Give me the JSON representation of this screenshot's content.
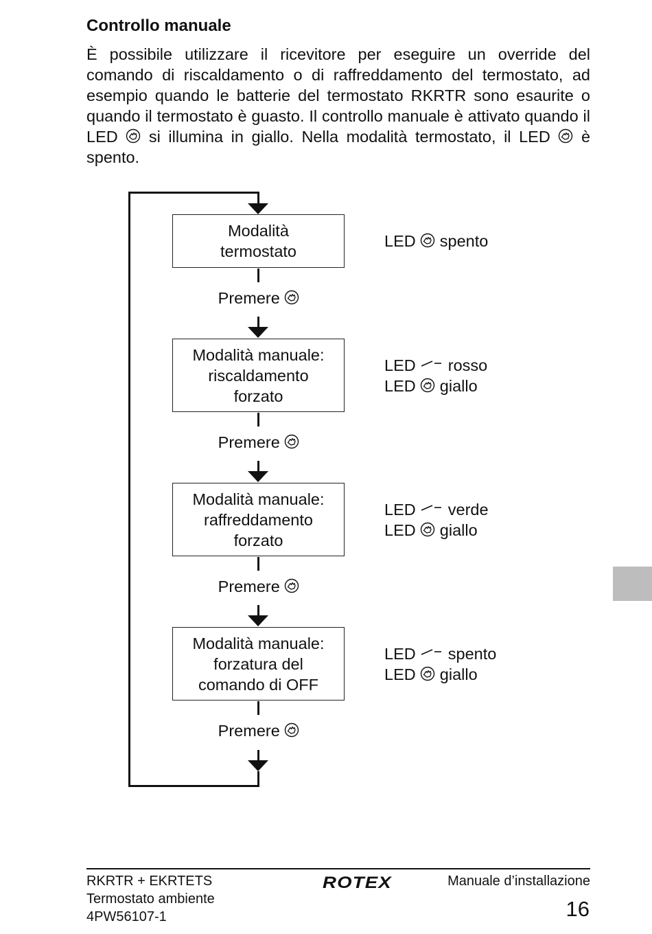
{
  "section": {
    "title": "Controllo manuale",
    "intro": {
      "part1": "È possibile utilizzare il ricevitore per eseguire un override del comando di riscaldamento o di raffreddamento del termostato, ad esempio quando le batterie del termostato RKRTR sono esaurite o quando il termostato è guasto. Il controllo manuale è attivato quando il LED",
      "part2": "si illumina in giallo. Nella modalità termostato, il LED",
      "part3": "è spento."
    }
  },
  "flow": {
    "press_label": "Premere",
    "modes": [
      {
        "lines": [
          "Modalità",
          "termostato"
        ],
        "leds": [
          {
            "prefix": "LED",
            "icon": "hand-icon",
            "state": "spento"
          }
        ]
      },
      {
        "lines": [
          "Modalità manuale:",
          "riscaldamento",
          "forzato"
        ],
        "leds": [
          {
            "prefix": "LED",
            "icon": "switch-icon",
            "state": "rosso"
          },
          {
            "prefix": "LED",
            "icon": "hand-icon",
            "state": "giallo"
          }
        ]
      },
      {
        "lines": [
          "Modalità manuale:",
          "raffreddamento",
          "forzato"
        ],
        "leds": [
          {
            "prefix": "LED",
            "icon": "switch-icon",
            "state": "verde"
          },
          {
            "prefix": "LED",
            "icon": "hand-icon",
            "state": "giallo"
          }
        ]
      },
      {
        "lines": [
          "Modalità manuale:",
          "forzatura del",
          "comando di OFF"
        ],
        "leds": [
          {
            "prefix": "LED",
            "icon": "switch-icon",
            "state": "spento"
          },
          {
            "prefix": "LED",
            "icon": "hand-icon",
            "state": "giallo"
          }
        ]
      }
    ]
  },
  "footer": {
    "product": "RKRTR + EKRTETS",
    "subtitle": "Termostato ambiente",
    "code": "4PW56107-1",
    "brand": "ROTEX",
    "manual": "Manuale d’installazione",
    "page": "16"
  }
}
